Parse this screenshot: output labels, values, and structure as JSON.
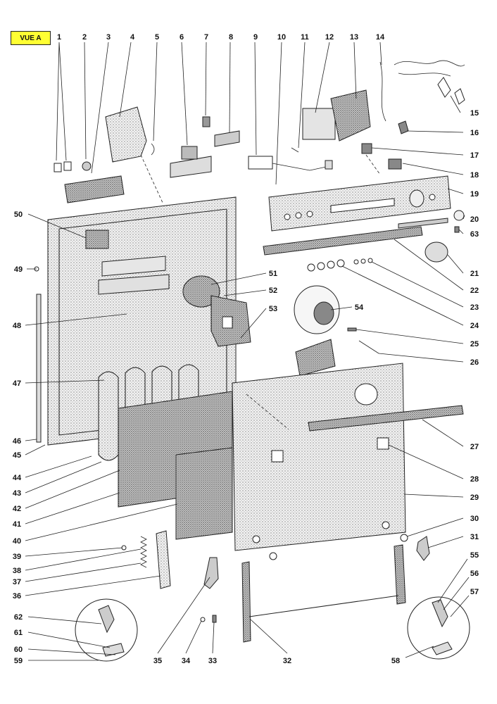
{
  "view_label": "VUE A",
  "callouts": {
    "top": [
      "1",
      "2",
      "3",
      "4",
      "5",
      "6",
      "7",
      "8",
      "9",
      "10",
      "11",
      "12",
      "13",
      "14"
    ],
    "right": [
      "15",
      "16",
      "17",
      "18",
      "19",
      "20",
      "63",
      "21",
      "22",
      "23",
      "24",
      "25",
      "26",
      "27",
      "28",
      "29",
      "30",
      "31",
      "55",
      "56",
      "57"
    ],
    "left": [
      "50",
      "49",
      "48",
      "47",
      "46",
      "45",
      "44",
      "43",
      "42",
      "41",
      "40",
      "39",
      "38",
      "37",
      "36",
      "62",
      "61",
      "60",
      "59"
    ],
    "bottom": [
      "35",
      "34",
      "33",
      "32",
      "58"
    ],
    "middle": [
      "51",
      "52",
      "53",
      "54"
    ]
  }
}
